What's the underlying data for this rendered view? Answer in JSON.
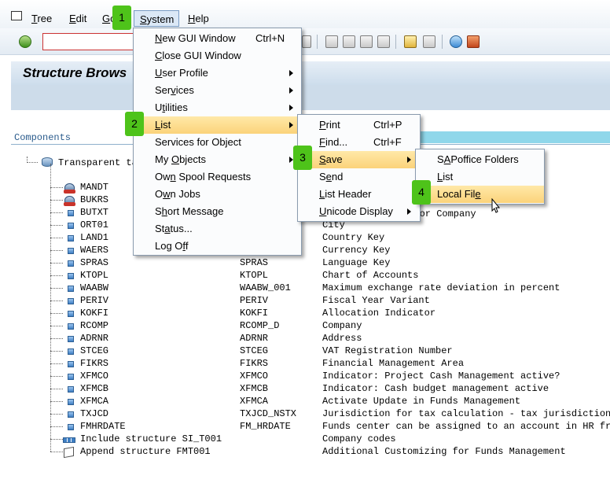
{
  "menubar": {
    "items": [
      {
        "label": "Tree",
        "accel": "T",
        "rest": "ree"
      },
      {
        "label": "Edit",
        "accel": "E",
        "rest": "dit"
      },
      {
        "label": "Go",
        "accel": "G",
        "rest": "o"
      },
      {
        "label": "System",
        "accel": "S",
        "rest": "ystem"
      },
      {
        "label": "Help",
        "accel": "H",
        "rest": "elp"
      }
    ]
  },
  "toolbar": {
    "command_value": ""
  },
  "title": "Structure Brows",
  "components_label": "Components",
  "system_menu": [
    {
      "accel": "N",
      "rest": "ew GUI Window",
      "shortcut": "Ctrl+N"
    },
    {
      "accel": "C",
      "rest": "lose GUI Window",
      "shortcut": ""
    },
    {
      "accel": "U",
      "rest": "ser Profile",
      "shortcut": ""
    },
    {
      "pre": "Ser",
      "accel": "v",
      "rest": "ices",
      "shortcut": ""
    },
    {
      "pre": "U",
      "accel": "t",
      "rest": "ilities",
      "shortcut": ""
    },
    {
      "accel": "L",
      "rest": "ist",
      "shortcut": ""
    },
    {
      "pre": "Services for Object",
      "accel": "",
      "rest": "",
      "shortcut": ""
    },
    {
      "pre": "My ",
      "accel": "O",
      "rest": "bjects",
      "shortcut": ""
    },
    {
      "pre": "Ow",
      "accel": "n",
      "rest": " Spool Requests",
      "shortcut": ""
    },
    {
      "pre": "O",
      "accel": "w",
      "rest": "n Jobs",
      "shortcut": ""
    },
    {
      "pre": "S",
      "accel": "h",
      "rest": "ort Message",
      "shortcut": ""
    },
    {
      "pre": "St",
      "accel": "a",
      "rest": "tus...",
      "shortcut": ""
    },
    {
      "pre": "Log O",
      "accel": "f",
      "rest": "f",
      "shortcut": ""
    }
  ],
  "list_menu": [
    {
      "accel": "P",
      "rest": "rint",
      "shortcut": "Ctrl+P"
    },
    {
      "accel": "F",
      "rest": "ind...",
      "shortcut": "Ctrl+F"
    },
    {
      "accel": "S",
      "rest": "ave",
      "shortcut": ""
    },
    {
      "pre": "S",
      "accel": "e",
      "rest": "nd",
      "shortcut": ""
    },
    {
      "accel": "L",
      "rest": "ist Header",
      "shortcut": ""
    },
    {
      "accel": "U",
      "rest": "nicode Display",
      "shortcut": ""
    }
  ],
  "save_menu": [
    {
      "pre": "S",
      "accel": "A",
      "rest": "Poffice Folders"
    },
    {
      "accel": "L",
      "rest": "ist"
    },
    {
      "pre": "Local Fil",
      "accel": "e",
      "rest": ""
    }
  ],
  "callouts": [
    "1",
    "2",
    "3",
    "4"
  ],
  "tree": {
    "root_label": "Transparent ta",
    "partial_desc": "de or Company",
    "rows": [
      {
        "field": "MANDT",
        "dtype": "",
        "desc": "",
        "icon": "key"
      },
      {
        "field": "BUKRS",
        "dtype": "",
        "desc": "",
        "icon": "key"
      },
      {
        "field": "BUTXT",
        "dtype": "",
        "desc": "",
        "icon": "field"
      },
      {
        "field": "ORT01",
        "dtype": "",
        "desc": "City",
        "icon": "field"
      },
      {
        "field": "LAND1",
        "dtype": "",
        "desc": "Country Key",
        "icon": "field"
      },
      {
        "field": "WAERS",
        "dtype": "",
        "desc": "Currency Key",
        "icon": "field"
      },
      {
        "field": "SPRAS",
        "dtype": "SPRAS",
        "desc": "Language Key",
        "icon": "field"
      },
      {
        "field": "KTOPL",
        "dtype": "KTOPL",
        "desc": "Chart of Accounts",
        "icon": "field"
      },
      {
        "field": "WAABW",
        "dtype": "WAABW_001",
        "desc": "Maximum exchange rate deviation in percent",
        "icon": "field"
      },
      {
        "field": "PERIV",
        "dtype": "PERIV",
        "desc": "Fiscal Year Variant",
        "icon": "field"
      },
      {
        "field": "KOKFI",
        "dtype": "KOKFI",
        "desc": "Allocation Indicator",
        "icon": "field"
      },
      {
        "field": "RCOMP",
        "dtype": "RCOMP_D",
        "desc": "Company",
        "icon": "field"
      },
      {
        "field": "ADRNR",
        "dtype": "ADRNR",
        "desc": "Address",
        "icon": "field"
      },
      {
        "field": "STCEG",
        "dtype": "STCEG",
        "desc": "VAT Registration Number",
        "icon": "field"
      },
      {
        "field": "FIKRS",
        "dtype": "FIKRS",
        "desc": "Financial Management Area",
        "icon": "field"
      },
      {
        "field": "XFMCO",
        "dtype": "XFMCO",
        "desc": "Indicator: Project Cash Management active?",
        "icon": "field"
      },
      {
        "field": "XFMCB",
        "dtype": "XFMCB",
        "desc": "Indicator: Cash budget management active",
        "icon": "field"
      },
      {
        "field": "XFMCA",
        "dtype": "XFMCA",
        "desc": "Activate Update in Funds Management",
        "icon": "field"
      },
      {
        "field": "TXJCD",
        "dtype": "TXJCD_NSTX",
        "desc": "Jurisdiction for tax calculation - tax jurisdiction c",
        "icon": "field"
      },
      {
        "field": "FMHRDATE",
        "dtype": "FM_HRDATE",
        "desc": "Funds center can be assigned to an account in HR from",
        "icon": "field"
      },
      {
        "field": "Include structure SI_T001",
        "dtype": "",
        "desc": "Company codes",
        "icon": "include"
      },
      {
        "field": "Append structure FMT001",
        "dtype": "",
        "desc": "Additional Customizing for Funds Management",
        "icon": "append"
      }
    ]
  }
}
